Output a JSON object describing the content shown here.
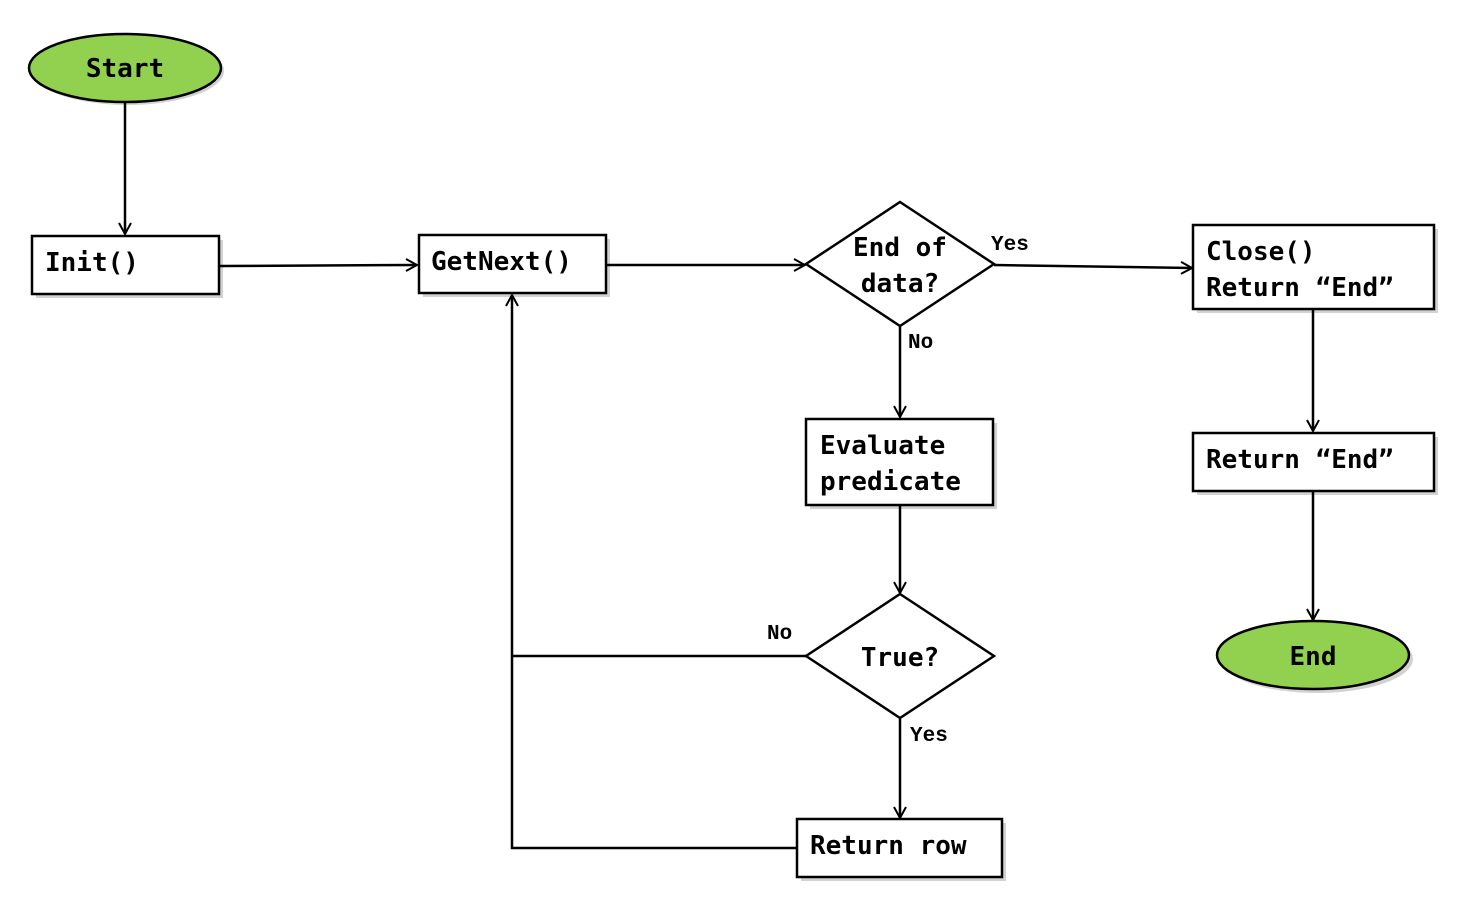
{
  "diagram": {
    "nodes": {
      "start": {
        "label": "Start"
      },
      "init": {
        "label": "Init()"
      },
      "getnext": {
        "label": "GetNext()"
      },
      "end_of_data": {
        "lines": [
          "End of",
          "data?"
        ]
      },
      "close_return": {
        "lines": [
          "Close()",
          "Return “End”"
        ]
      },
      "return_end": {
        "label": "Return “End”"
      },
      "end": {
        "label": "End"
      },
      "evaluate": {
        "lines": [
          "Evaluate",
          "predicate"
        ]
      },
      "true_check": {
        "label": "True?"
      },
      "return_row": {
        "label": "Return row"
      }
    },
    "edge_labels": {
      "end_of_data_yes": "Yes",
      "end_of_data_no": "No",
      "true_no": "No",
      "true_yes": "Yes"
    },
    "colors": {
      "terminal_fill": "#92d050",
      "stroke": "#000000",
      "shadow": "#bfbfbf",
      "box_fill": "#ffffff"
    }
  }
}
